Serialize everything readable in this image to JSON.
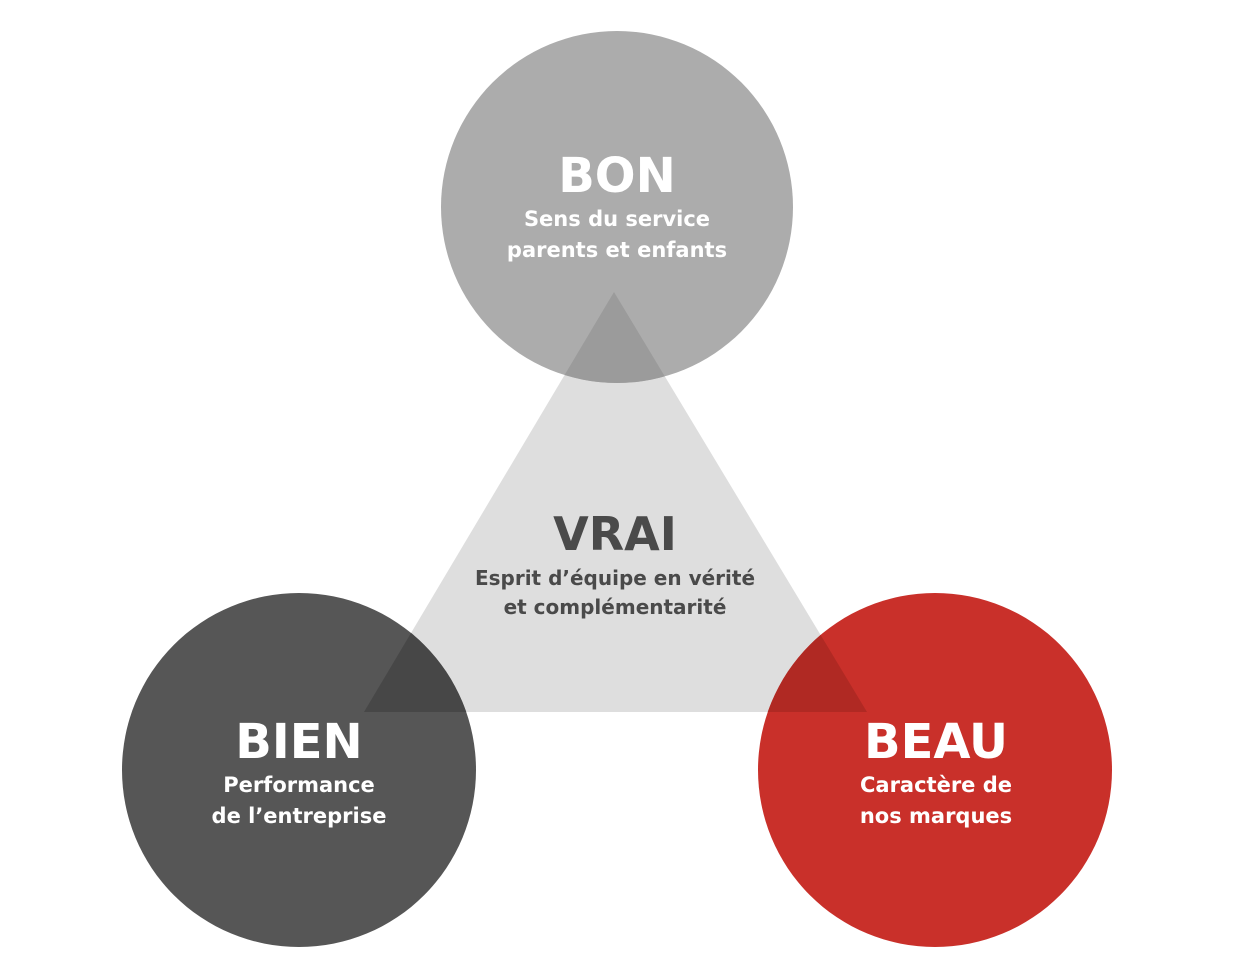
{
  "colors": {
    "background": "#ffffff",
    "triangle": "#dedede",
    "bon": "#acacac",
    "bien": "#565656",
    "beau": "#c9302a",
    "center_text": "#4a4a4a",
    "circle_text": "#ffffff"
  },
  "center": {
    "title": "VRAI",
    "line1": "Esprit d’équipe en vérité",
    "line2": "et complémentarité"
  },
  "nodes": {
    "bon": {
      "title": "BON",
      "line1": "Sens du service",
      "line2": "parents et enfants"
    },
    "bien": {
      "title": "BIEN",
      "line1": "Performance",
      "line2": "de l’entreprise"
    },
    "beau": {
      "title": "BEAU",
      "line1": "Caractère de",
      "line2": "nos marques"
    }
  }
}
